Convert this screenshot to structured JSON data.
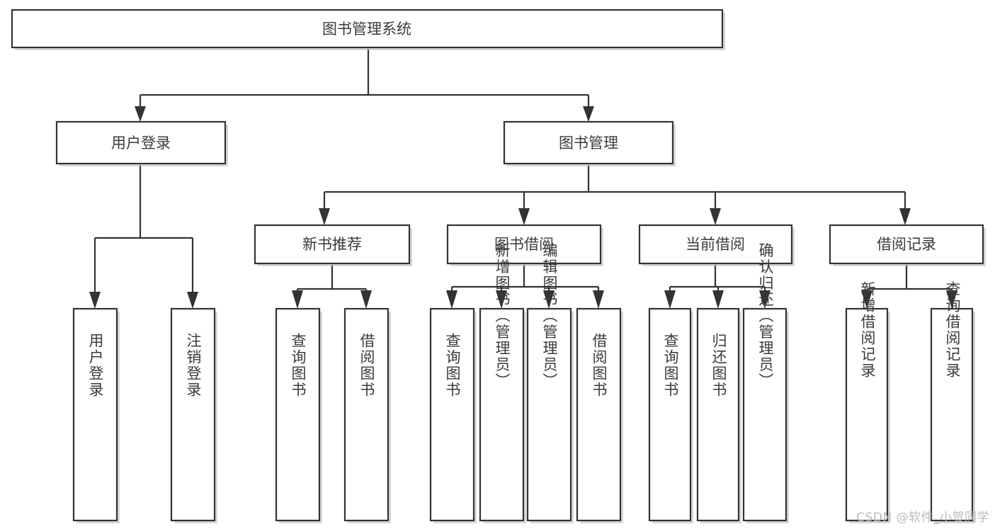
{
  "diagram": {
    "type": "tree",
    "title": "图书管理系统",
    "watermark": "CSDN @软件_小贺同学",
    "colors": {
      "background": "#ffffff",
      "box_fill": "#ffffff",
      "box_stroke": "#333333",
      "text": "#3b3b3b",
      "shadow": "#b8b8b8",
      "watermark": "#b9b9b9"
    },
    "nodes": {
      "root": {
        "label": "图书管理系统"
      },
      "level2": [
        {
          "label": "用户登录"
        },
        {
          "label": "图书管理"
        }
      ],
      "level3": [
        {
          "label": "新书推荐"
        },
        {
          "label": "图书借阅"
        },
        {
          "label": "当前借阅"
        },
        {
          "label": "借阅记录"
        }
      ],
      "leaves": {
        "user_login": [
          {
            "label": "用户登录"
          },
          {
            "label": "注销登录"
          }
        ],
        "new_book_recommend": [
          {
            "label": "查询图书"
          },
          {
            "label": "借阅图书"
          }
        ],
        "book_borrow": [
          {
            "label": "查询图书"
          },
          {
            "label": "新增图书（管理员）"
          },
          {
            "label": "编辑图书（管理员）"
          },
          {
            "label": "借阅图书"
          }
        ],
        "current_borrow": [
          {
            "label": "查询图书"
          },
          {
            "label": "归还图书"
          },
          {
            "label": "确认归还（管理员）"
          }
        ],
        "borrow_record": [
          {
            "label": "新增借阅记录"
          },
          {
            "label": "查询借阅记录"
          }
        ]
      }
    }
  }
}
